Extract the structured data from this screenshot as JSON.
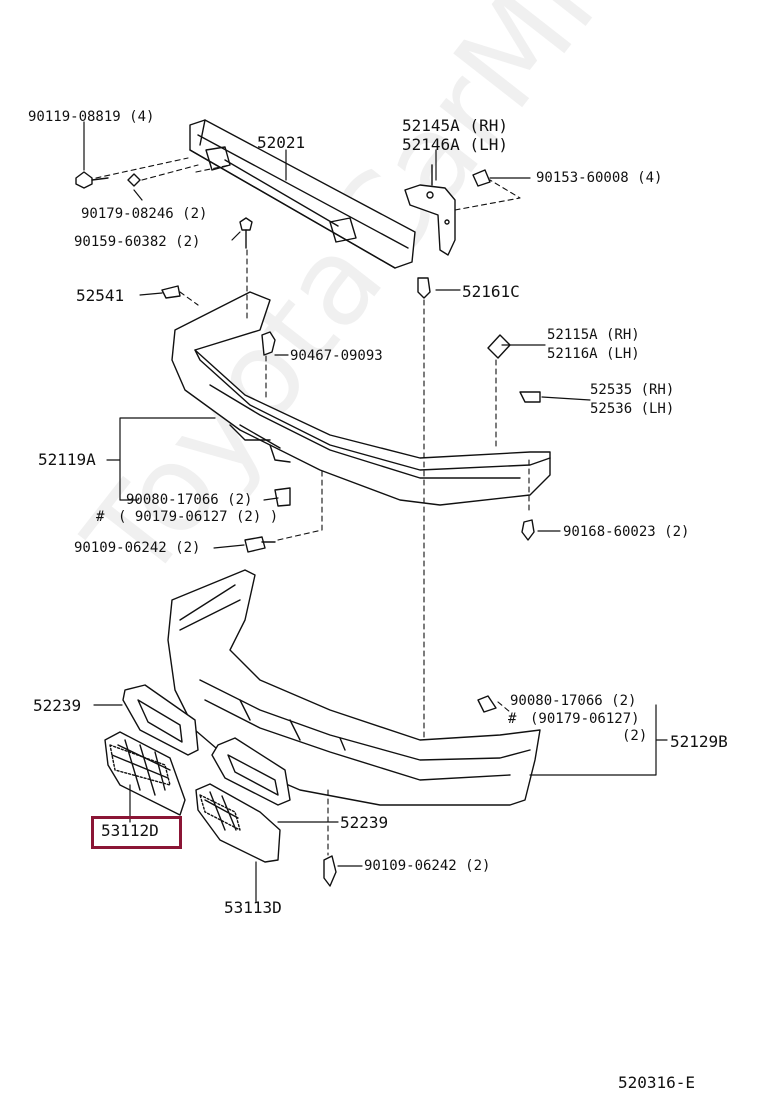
{
  "watermark": "ToyotaCarMine.ru",
  "diagram_id": "520316-E",
  "highlight_color": "#8b1535",
  "parts": {
    "p90119": "90119-08819 (4)",
    "p52021": "52021",
    "p52145a": "52145A (RH)",
    "p52146a": "52146A (LH)",
    "p90153": "90153-60008 (4)",
    "p90179_08246": "90179-08246 (2)",
    "p90159": "90159-60382 (2)",
    "p52541": "52541",
    "p52161c": "52161C",
    "p90467": "90467-09093",
    "p52115a": "52115A (RH)",
    "p52116a": "52116A (LH)",
    "p52535": "52535 (RH)",
    "p52536": "52536 (LH)",
    "p52119a": "52119A",
    "p90080_a": "90080-17066 (2)",
    "p90179_a": "( 90179-06127 (2) )",
    "hash_a": "#",
    "p90109_a": "90109-06242 (2)",
    "p90168": "90168-60023 (2)",
    "p52239_a": "52239",
    "p90080_b": "90080-17066 (2)",
    "p90179_b": "(90179-06127)",
    "p2_b": "(2)",
    "hash_b": "#",
    "p52129b": "52129B",
    "p53112d": "53112D",
    "p52239_b": "52239",
    "p90109_b": "90109-06242 (2)",
    "p53113d": "53113D"
  }
}
